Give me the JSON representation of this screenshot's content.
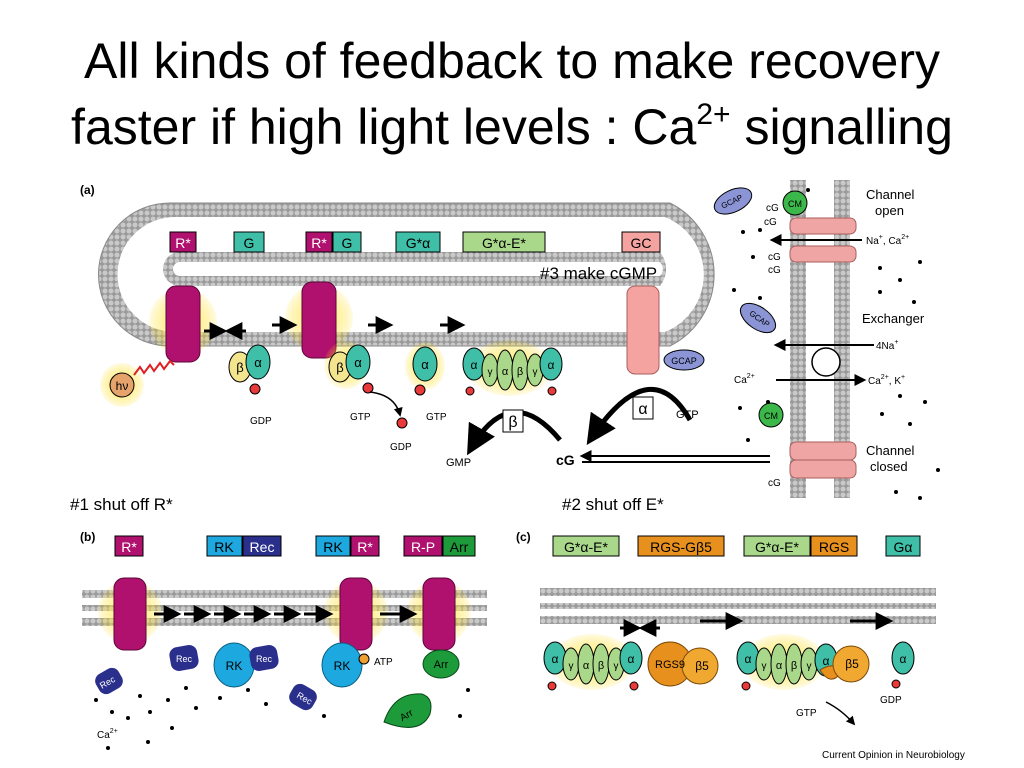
{
  "slide": {
    "title_line1": "All kinds of feedback to make recovery",
    "title_line2_pre": "faster if high light levels : Ca",
    "title_sup": "2+",
    "title_line2_post": " signalling"
  },
  "annotations": {
    "make_cgmp": "#3 make cGMP",
    "shut_off_r": "#1 shut off R*",
    "shut_off_e": "#2 shut off E*"
  },
  "panel_a": {
    "label": "(a)",
    "boxes": [
      {
        "text": "R*",
        "color": "#b0106e"
      },
      {
        "text": "G",
        "color": "#3fbfa7"
      },
      {
        "text": "R*",
        "color": "#b0106e"
      },
      {
        "text": "G",
        "color": "#3fbfa7"
      },
      {
        "text": "G*α",
        "color": "#3fbfa7"
      },
      {
        "text": "G*α-E*",
        "color": "#a9d88a"
      },
      {
        "text": "GC",
        "color": "#f4a3a0"
      }
    ],
    "photon": "hν",
    "gdp": "GDP",
    "gtp": "GTP",
    "gmp": "GMP",
    "cg": "cG",
    "beta": "β",
    "alpha": "α",
    "gamma": "γ",
    "gcap": "GCAP",
    "cm": "CM",
    "channel_open": [
      "Channel",
      "open"
    ],
    "exchanger": "Exchanger",
    "channel_closed": [
      "Channel",
      "closed"
    ],
    "na_ca": "Na",
    "na_ca_sup": "+",
    "na_ca_tail": ", Ca",
    "na_ca_sup2": "2+",
    "four_na": "4Na",
    "ca": "Ca",
    "k": "K"
  },
  "panel_b": {
    "label": "(b)",
    "boxes": [
      {
        "text": "R*",
        "color": "#b0106e"
      },
      {
        "text": "RK",
        "color": "#1ea8e0"
      },
      {
        "text": "Rec",
        "color": "#2a2f8c"
      },
      {
        "text": "RK",
        "color": "#1ea8e0"
      },
      {
        "text": "R*",
        "color": "#b0106e"
      },
      {
        "text": "R-P",
        "color": "#b0106e"
      },
      {
        "text": "Arr",
        "color": "#1d9a3a"
      }
    ],
    "rec": "Rec",
    "rk": "RK",
    "atp": "ATP",
    "arr": "Arr",
    "ca": "Ca"
  },
  "panel_c": {
    "label": "(c)",
    "boxes": [
      {
        "text": "G*α-E*",
        "color": "#a9d88a"
      },
      {
        "text": "RGS-Gβ5",
        "color": "#e8901e"
      },
      {
        "text": "G*α-E*",
        "color": "#a9d88a"
      },
      {
        "text": "RGS",
        "color": "#e8901e"
      },
      {
        "text": "Gα",
        "color": "#3fbfa7"
      }
    ],
    "rgs9": "RGS9",
    "b5": "β5",
    "gtp": "GTP",
    "gdp": "GDP"
  },
  "credit": "Current Opinion in Neurobiology"
}
